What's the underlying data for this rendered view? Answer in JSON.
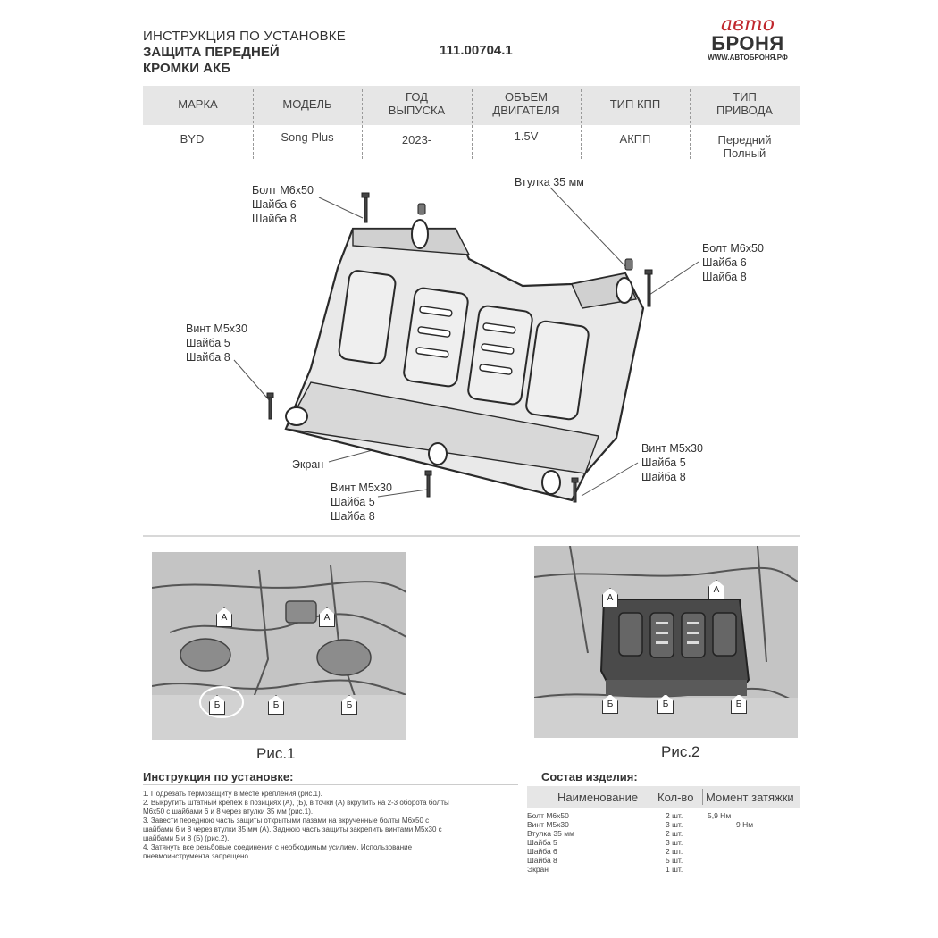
{
  "header": {
    "title_line1": "ИНСТРУКЦИЯ ПО УСТАНОВКЕ",
    "title_line2": "ЗАЩИТА ПЕРЕДНЕЙ",
    "title_line3": "КРОМКИ АКБ",
    "article": "111.00704.1",
    "logo_script": "авто",
    "logo_brand": "БРОНЯ",
    "logo_site": "WWW.АВТОБРОНЯ.РФ"
  },
  "spec_table": {
    "columns": [
      {
        "label": "МАРКА",
        "value": ""
      },
      {
        "label": "МОДЕЛЬ",
        "value": ""
      },
      {
        "label": "ГОД ВЫПУСКА",
        "value": ""
      },
      {
        "label": "ОБЪЕМ ДВИГАТЕЛЯ",
        "value": ""
      },
      {
        "label": "ТИП КПП",
        "value": ""
      },
      {
        "label": "ТИП ПРИВОДА",
        "value": ""
      }
    ],
    "headers": {
      "make": "МАРКА",
      "model": "МОДЕЛЬ",
      "year_l1": "ГОД",
      "year_l2": "ВЫПУСКА",
      "engine_l1": "ОБЪЕМ",
      "engine_l2": "ДВИГАТЕЛЯ",
      "gearbox": "ТИП КПП",
      "drive_l1": "ТИП",
      "drive_l2": "ПРИВОДА"
    },
    "values": {
      "make": "BYD",
      "model": "Song Plus",
      "year": "2023-",
      "engine": "1.5V",
      "gearbox": "АКПП",
      "drive_l1": "Передний",
      "drive_l2": "Полный"
    }
  },
  "diagram": {
    "callout_bolt_tl": [
      "Болт М6х50",
      "Шайба 6",
      "Шайба 8"
    ],
    "callout_bushing": "Втулка 35 мм",
    "callout_bolt_r": [
      "Болт М6х50",
      "Шайба 6",
      "Шайба 8"
    ],
    "callout_screw_l": [
      "Винт М5х30",
      "Шайба 5",
      "Шайба 8"
    ],
    "callout_screen": "Экран",
    "callout_screw_c": [
      "Винт М5х30",
      "Шайба 5",
      "Шайба 8"
    ],
    "callout_screw_r": [
      "Винт М5х30",
      "Шайба 5",
      "Шайба 8"
    ]
  },
  "figures": {
    "fig1_caption": "Рис.1",
    "fig2_caption": "Рис.2",
    "marker_a": "А",
    "marker_b": "Б"
  },
  "instructions": {
    "title": "Инструкция по установке:",
    "steps": [
      "1. Подрезать термозащиту в месте крепления (рис.1).",
      "2. Выкрутить штатный крепёж в позициях (А), (Б), в точки (А) вкрутить на 2-3 оборота болты",
      "М6х50  с шайбами 6 и 8 через втулки 35 мм (рис.1).",
      "3. Завести переднюю часть защиты открытыми пазами на вкрученные болты М6х50 с",
      "шайбами 6 и 8 через втулки 35 мм (А). Заднюю часть защиты закрепить винтами М5х30  с",
      "шайбами 5 и 8 (Б) (рис.2).",
      "4. Затянуть все резьбовые соединения с необходимым усилием. Использование",
      "пневмоинструмента запрещено."
    ]
  },
  "composition": {
    "title": "Состав изделия:",
    "col_name": "Наименование",
    "col_qty": "Кол-во",
    "col_torque": "Момент затяжки",
    "rows": [
      {
        "name": "Болт М6х50",
        "qty": "2 шт.",
        "torque": "5,9 Нм"
      },
      {
        "name": "Винт М5х30",
        "qty": "3 шт.",
        "torque": "9 Нм"
      },
      {
        "name": "Втулка 35 мм",
        "qty": "2 шт.",
        "torque": ""
      },
      {
        "name": "Шайба 5",
        "qty": "3 шт.",
        "torque": ""
      },
      {
        "name": "Шайба 6",
        "qty": "2 шт.",
        "torque": ""
      },
      {
        "name": "Шайба 8",
        "qty": "5 шт.",
        "torque": ""
      },
      {
        "name": "Экран",
        "qty": "1 шт.",
        "torque": ""
      }
    ]
  }
}
